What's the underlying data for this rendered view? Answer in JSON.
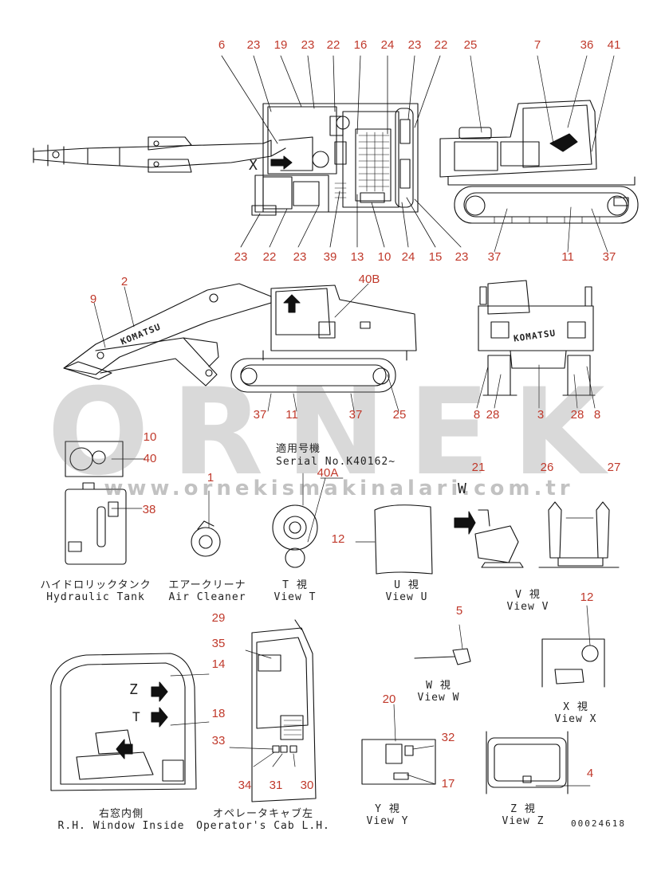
{
  "watermark": {
    "brand": "ORNEK",
    "url": "www.ornekismakinalari.com.tr"
  },
  "serial": {
    "jp": "適用号機",
    "en": "Serial No.K40162~"
  },
  "doc_number": "00024618",
  "views": [
    {
      "id": "hydraulic-tank",
      "jp": "ハイドロリックタンク",
      "en": "Hydraulic Tank"
    },
    {
      "id": "air-cleaner",
      "jp": "エアークリーナ",
      "en": "Air Cleaner"
    },
    {
      "id": "view-t",
      "jp": "T 視",
      "en": "View T"
    },
    {
      "id": "view-u",
      "jp": "U 視",
      "en": "View U"
    },
    {
      "id": "view-v",
      "jp": "V 視",
      "en": "View V"
    },
    {
      "id": "view-w",
      "jp": "W 視",
      "en": "View W"
    },
    {
      "id": "view-x",
      "jp": "X 視",
      "en": "View X"
    },
    {
      "id": "rh-window",
      "jp": "右窓内側",
      "en": "R.H. Window Inside"
    },
    {
      "id": "operator-cab",
      "jp": "オペレータキャブ左",
      "en": "Operator's Cab L.H."
    },
    {
      "id": "view-y",
      "jp": "Y 視",
      "en": "View Y"
    },
    {
      "id": "view-z",
      "jp": "Z 視",
      "en": "View Z"
    }
  ],
  "callouts": [
    {
      "t": "6"
    },
    {
      "t": "23"
    },
    {
      "t": "19"
    },
    {
      "t": "23"
    },
    {
      "t": "22"
    },
    {
      "t": "16"
    },
    {
      "t": "24"
    },
    {
      "t": "23"
    },
    {
      "t": "22"
    },
    {
      "t": "25"
    },
    {
      "t": "7"
    },
    {
      "t": "36"
    },
    {
      "t": "41"
    },
    {
      "t": "23"
    },
    {
      "t": "22"
    },
    {
      "t": "23"
    },
    {
      "t": "39"
    },
    {
      "t": "13"
    },
    {
      "t": "10"
    },
    {
      "t": "24"
    },
    {
      "t": "15"
    },
    {
      "t": "23"
    },
    {
      "t": "37"
    },
    {
      "t": "11"
    },
    {
      "t": "37"
    },
    {
      "t": "2"
    },
    {
      "t": "9"
    },
    {
      "t": "40B"
    },
    {
      "t": "37"
    },
    {
      "t": "11"
    },
    {
      "t": "37"
    },
    {
      "t": "25"
    },
    {
      "t": "8"
    },
    {
      "t": "28"
    },
    {
      "t": "3"
    },
    {
      "t": "28"
    },
    {
      "t": "8"
    },
    {
      "t": "10"
    },
    {
      "t": "40"
    },
    {
      "t": "38"
    },
    {
      "t": "1"
    },
    {
      "t": "40A"
    },
    {
      "t": "12"
    },
    {
      "t": "21"
    },
    {
      "t": "26"
    },
    {
      "t": "27"
    },
    {
      "t": "29"
    },
    {
      "t": "35"
    },
    {
      "t": "14"
    },
    {
      "t": "18"
    },
    {
      "t": "33"
    },
    {
      "t": "34"
    },
    {
      "t": "31"
    },
    {
      "t": "30"
    },
    {
      "t": "5"
    },
    {
      "t": "12"
    },
    {
      "t": "20"
    },
    {
      "t": "32"
    },
    {
      "t": "17"
    },
    {
      "t": "4"
    }
  ],
  "view_letters": {
    "w": "W",
    "x": "X",
    "z": "Z",
    "t": "T"
  },
  "brand_decal": "KOMATSU"
}
